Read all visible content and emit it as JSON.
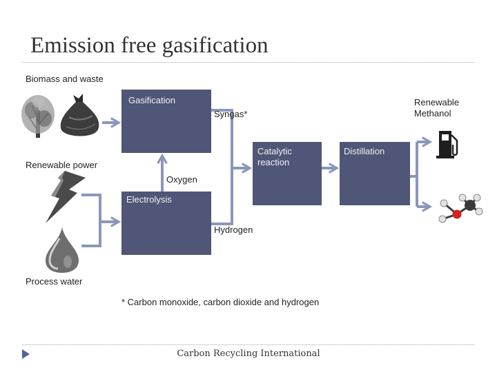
{
  "title": "Emission free gasification",
  "inputs": {
    "biomass": "Biomass and waste",
    "power": "Renewable power",
    "water": "Process water"
  },
  "boxes": {
    "gasification": "Gasification",
    "catalytic": "Catalytic\nreaction",
    "distillation": "Distillation",
    "electrolysis": "Electrolysis"
  },
  "streams": {
    "syngas": "Syngas*",
    "oxygen": "Oxygen",
    "hydrogen": "Hydrogen"
  },
  "output": "Renewable\nMethanol",
  "footnote": "* Carbon monoxide, carbon dioxide and hydrogen",
  "footer": "Carbon Recycling International",
  "colors": {
    "box": "#4f5677",
    "arrow": "#8a97bb",
    "bullet": "#4f6693"
  }
}
